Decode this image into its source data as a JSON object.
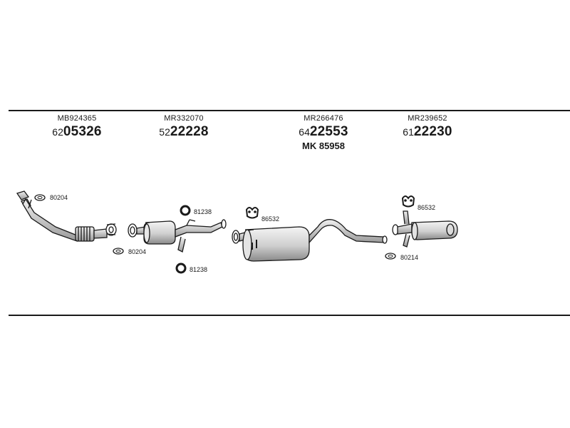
{
  "parts": [
    {
      "oem": "MB924365",
      "ref_prefix": "62",
      "ref_number": "05326"
    },
    {
      "oem": "MR332070",
      "ref_prefix": "52",
      "ref_number": "22228"
    },
    {
      "oem": "MR266476",
      "ref_prefix": "64",
      "ref_number": "22553",
      "mk": "MK 85958"
    },
    {
      "oem": "MR239652",
      "ref_prefix": "61",
      "ref_number": "22230"
    }
  ],
  "callouts": {
    "gasket_front_top": "80204",
    "gasket_front_bottom": "80204",
    "ring_mid_top": "81238",
    "ring_mid_bottom": "81238",
    "hanger_center": "86532",
    "hanger_rear": "86532",
    "gasket_rear": "80214"
  },
  "icons": [
    "front-pipe-icon",
    "catalytic-section-icon",
    "center-muffler-icon",
    "rear-muffler-icon",
    "gasket-icon",
    "o-ring-icon",
    "rubber-hanger-icon"
  ]
}
